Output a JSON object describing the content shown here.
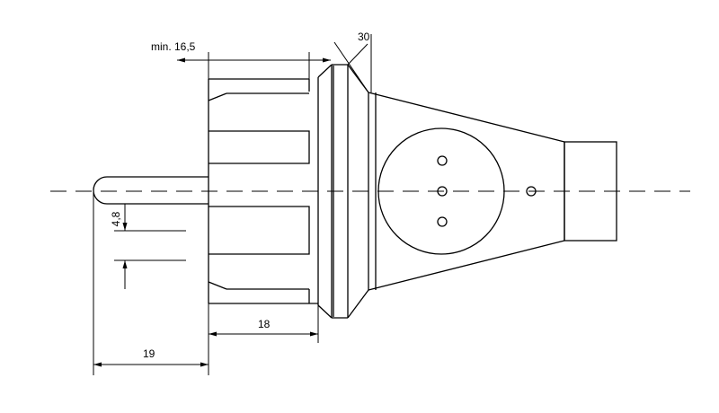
{
  "drawing": {
    "dimensions": {
      "min_label": "min. 16,5",
      "angle_label": "30",
      "pin_dia_label": "4,8",
      "length_18_label": "18",
      "length_19_label": "19"
    }
  }
}
